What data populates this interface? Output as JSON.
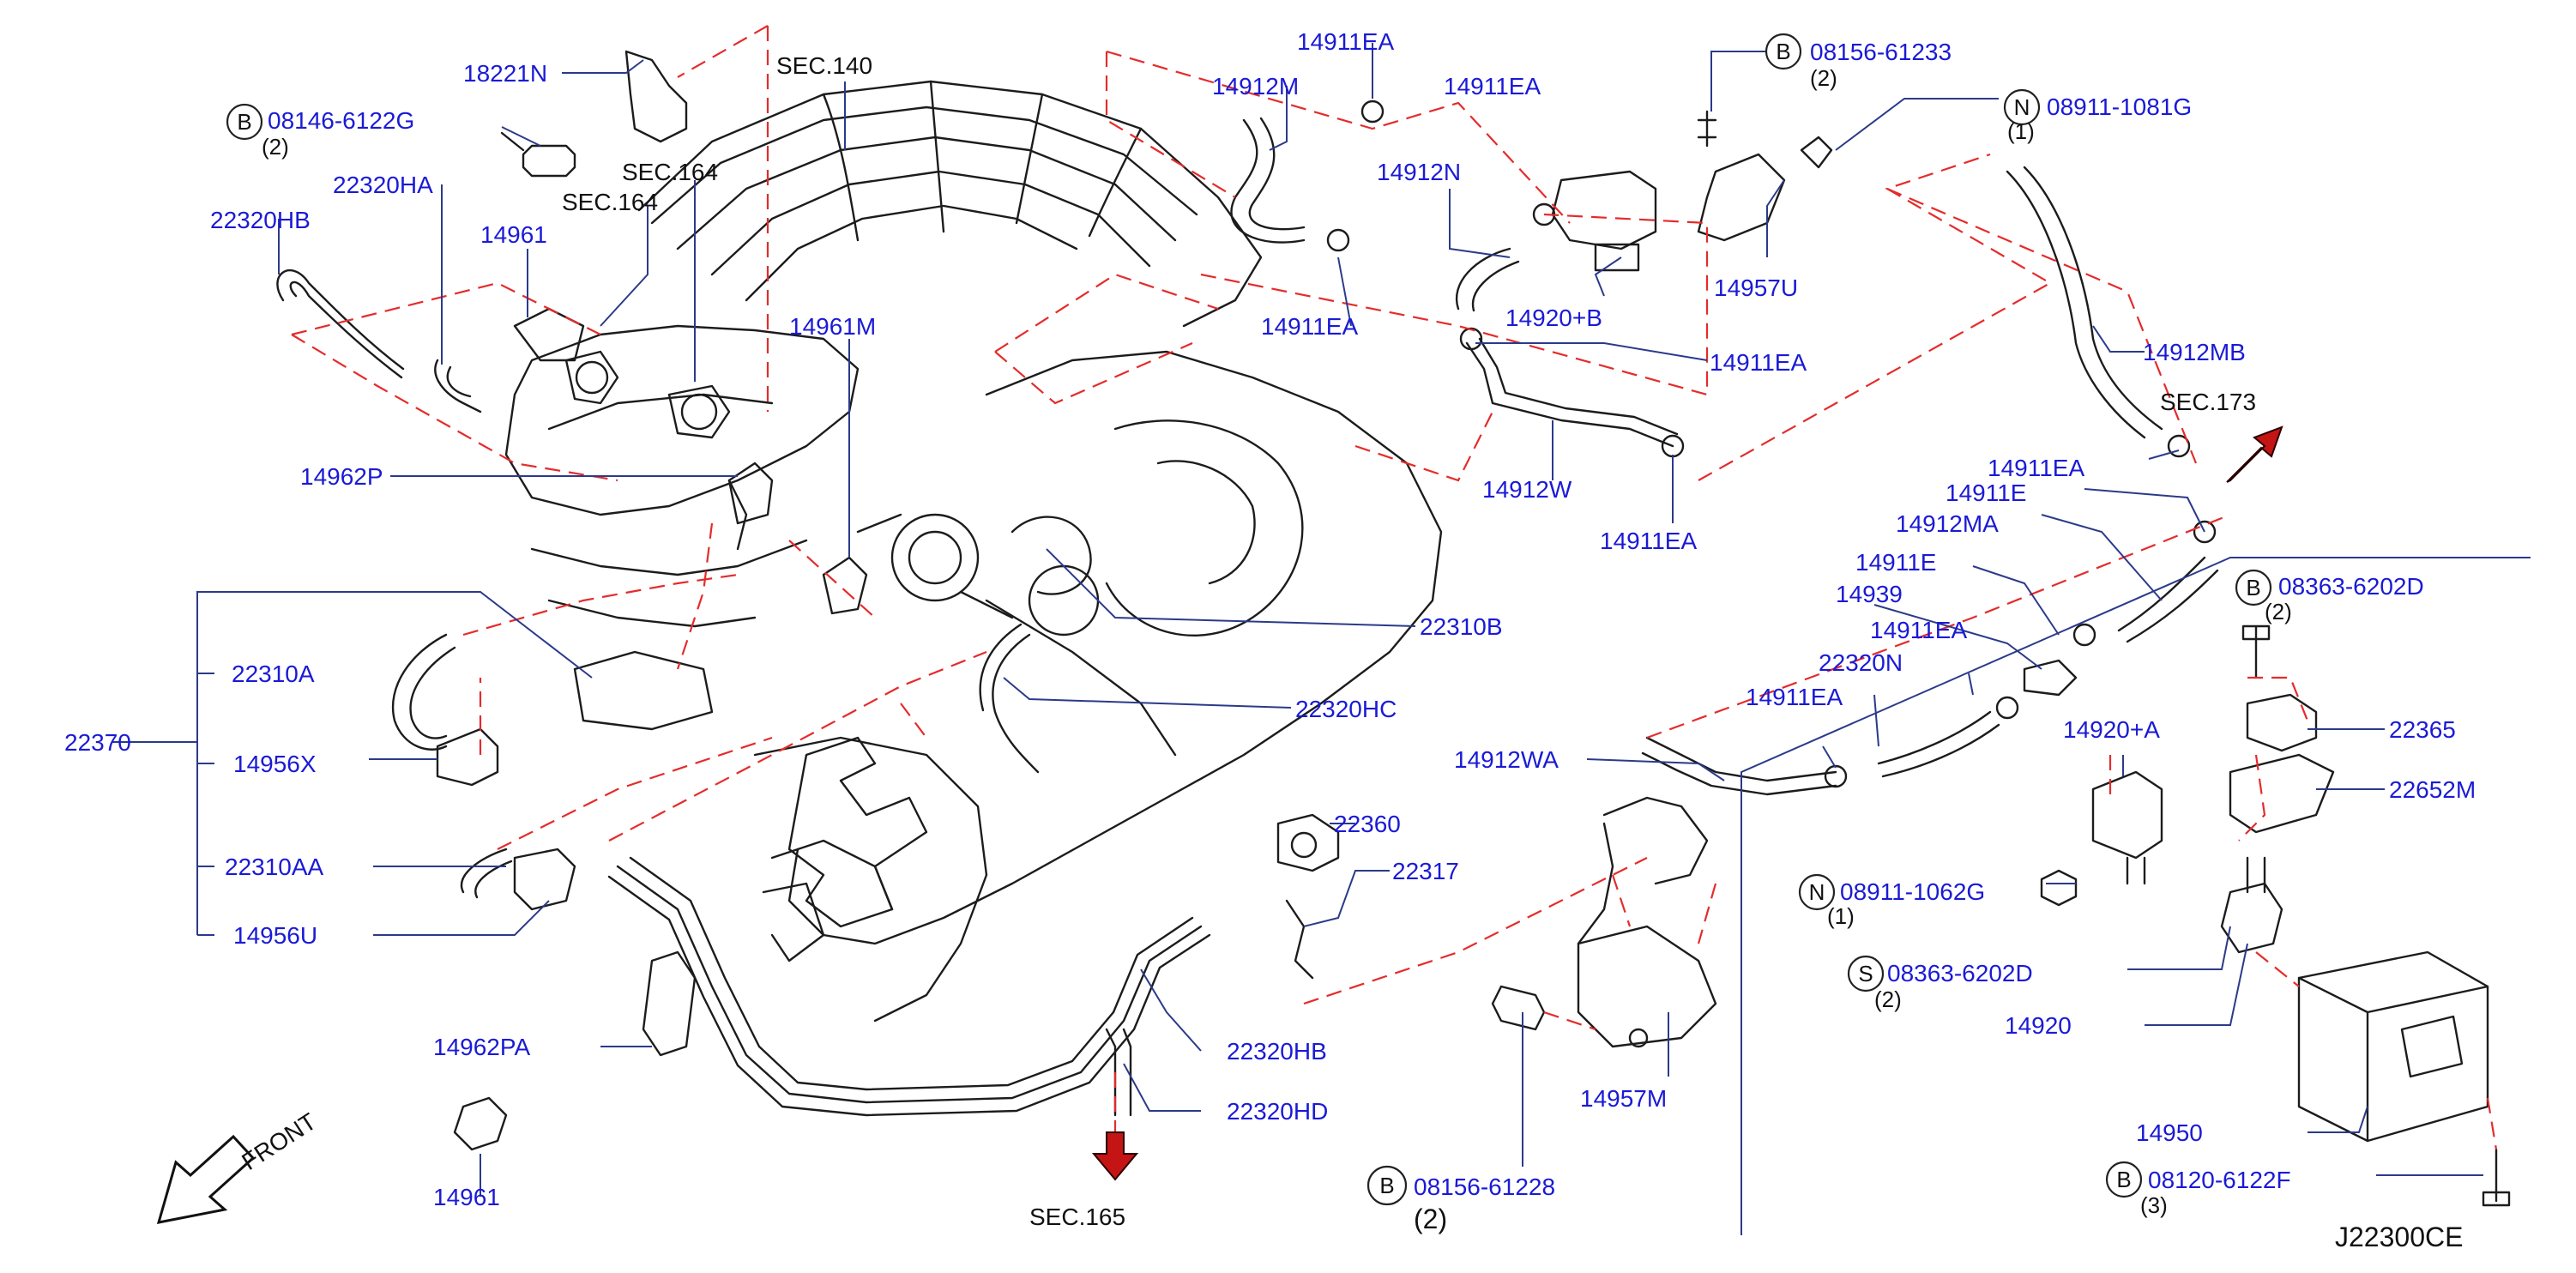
{
  "labels": {
    "p18221N": "18221N",
    "sec140": "SEC.140",
    "l14911EA_a": "14911EA",
    "l14912M": "14912M",
    "l14911EA_b": "14911EA",
    "b08156_61233": "08156-61233",
    "q08156_61233": "(2)",
    "n08911_1081G": "08911-1081G",
    "q08911_1081G": "(1)",
    "b08146_6122G": "08146-6122G",
    "q08146_6122G": "(2)",
    "l22320HA": "22320HA",
    "sec164_a": "SEC.164",
    "sec164_b": "SEC.164",
    "l22320HB_top": "22320HB",
    "l14961_top": "14961",
    "l14912N": "14912N",
    "l14957U": "14957U",
    "l14920B": "14920+B",
    "l14911EA_c": "14911EA",
    "l14961M": "14961M",
    "l14911EA_d": "14911EA",
    "l14912MB": "14912MB",
    "sec173": "SEC.173",
    "l14962P": "14962P",
    "l14912W": "14912W",
    "l14911EA_e": "14911EA",
    "l14911EA_f": "14911EA",
    "l14911E_a": "14911E",
    "l14912MA": "14912MA",
    "l14911E_b": "14911E",
    "b08363_6202D": "08363-6202D",
    "q08363_6202D": "(2)",
    "l22310B": "22310B",
    "l14939": "14939",
    "l14911EA_g": "14911EA",
    "l22310A": "22310A",
    "l22320N": "22320N",
    "l22370": "22370",
    "l14911EA_h": "14911EA",
    "l22320HC": "22320HC",
    "l14920A": "14920+A",
    "l22365": "22365",
    "l14956X": "14956X",
    "l14912WA": "14912WA",
    "l22652M": "22652M",
    "l22360": "22360",
    "l22310AA": "22310AA",
    "l22317": "22317",
    "n08911_1062G": "08911-1062G",
    "q08911_1062G": "(1)",
    "l14956U": "14956U",
    "s08363_6202D": "08363-6202D",
    "qs08363_6202D": "(2)",
    "l14920": "14920",
    "l14962PA": "14962PA",
    "l22320HB_bot": "22320HB",
    "l14957M": "14957M",
    "l22320HD": "22320HD",
    "l14950": "14950",
    "front": "FRONT",
    "l14961_bot": "14961",
    "b08156_61228": "08156-61228",
    "q08156_61228": "(2)",
    "b08120_6122F": "08120-6122F",
    "q08120_6122F": "(3)",
    "sec165": "SEC.165",
    "figure_id": "J22300CE"
  },
  "badges": {
    "B": "B",
    "N": "N",
    "S": "S"
  },
  "colors": {
    "part_number": "#1a1ad6",
    "reference": "#111111",
    "dashed_guide": "#e52b2b",
    "arrow": "#c41414",
    "line_art": "#1c1c1c"
  }
}
